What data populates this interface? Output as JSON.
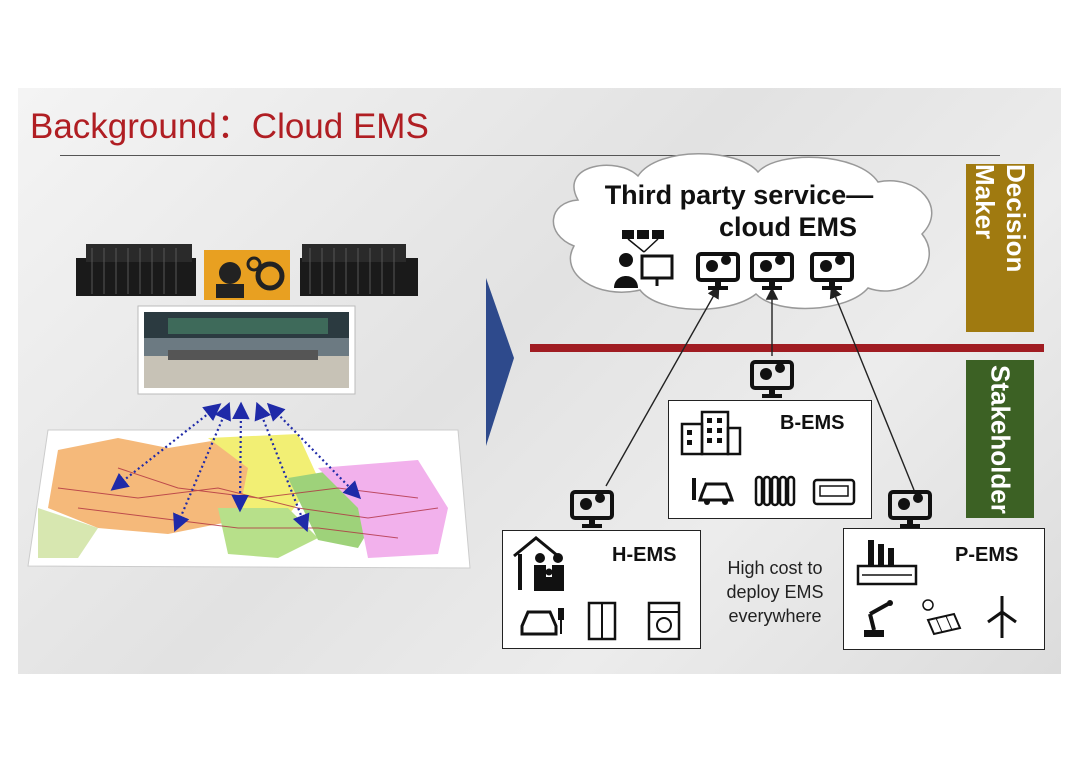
{
  "title": "Background：Cloud EMS",
  "cloud": {
    "line1": "Third party service—",
    "line2": "cloud EMS"
  },
  "roles": {
    "decision_maker": "Decision Maker",
    "stakeholder": "Stakeholder"
  },
  "boxes": {
    "b_ems": "B-EMS",
    "h_ems": "H-EMS",
    "p_ems": "P-EMS"
  },
  "note": {
    "line1": "High cost to",
    "line2": "deploy EMS",
    "line3": "everywhere"
  },
  "colors": {
    "title": "#b01e23",
    "divider": "#a01c22",
    "decision_maker": "#a07a10",
    "stakeholder": "#3c6124",
    "arrow": "#2e4a8c",
    "link": "#1f2aa8"
  },
  "icons": {
    "monitor": "gear-monitor-icon",
    "operator": "operator-icon",
    "building": "building-icon",
    "car": "car-icon",
    "radiator": "radiator-icon",
    "thermostat": "thermostat-icon",
    "family": "family-house-icon",
    "ev": "electric-car-icon",
    "fridge": "fridge-icon",
    "washer": "washer-icon",
    "factory": "factory-icon",
    "robot_arm": "robot-arm-icon",
    "solar": "solar-panel-icon",
    "wind": "wind-turbine-icon"
  }
}
